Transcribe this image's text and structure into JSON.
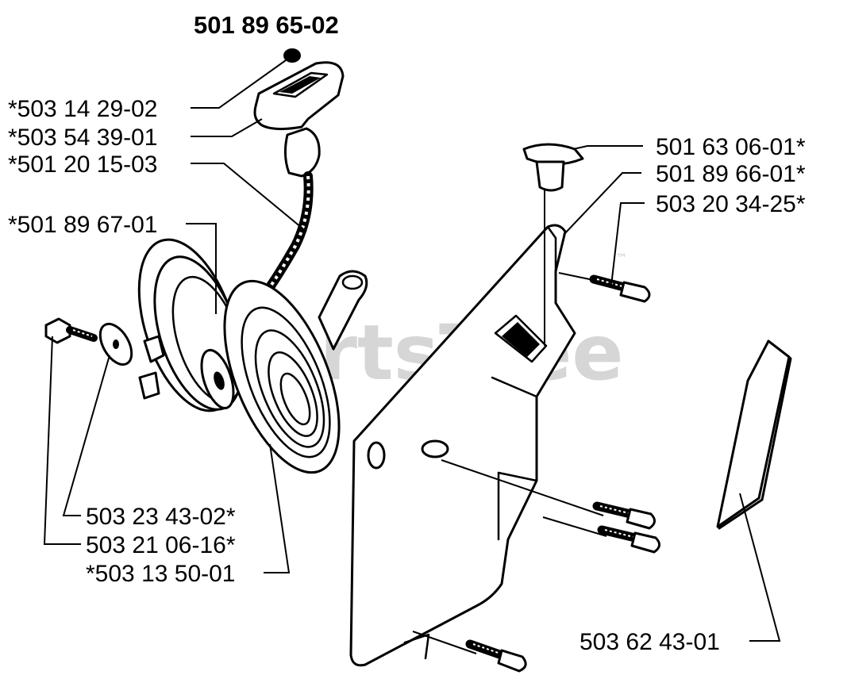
{
  "title": "501 89 65-02",
  "watermark": "PartsTree",
  "watermark_tm": "™",
  "labels": {
    "l1": "*503 14 29-02",
    "l2": "*503 54 39-01",
    "l3": "*501 20 15-03",
    "l4": "*501 89 67-01",
    "r1": "501 63 06-01*",
    "r2": "501 89 66-01*",
    "r3": "503 20 34-25*",
    "b1": "503 23 43-02*",
    "b2": "503 21 06-16*",
    "b3": "*503 13 50-01",
    "b4": "503 62 43-01"
  }
}
